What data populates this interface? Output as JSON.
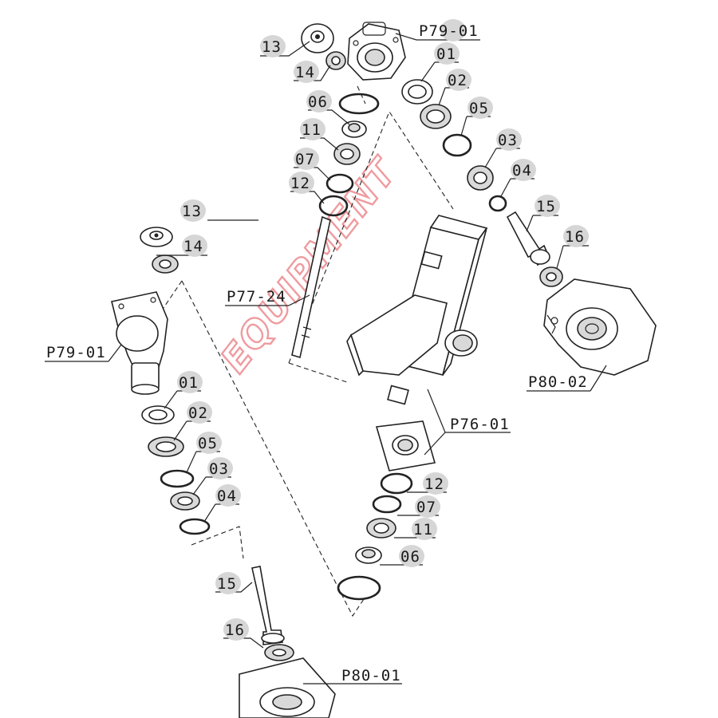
{
  "labels": {
    "top_13": "13",
    "top_14": "14",
    "top_p79": "P79-01",
    "top_01": "01",
    "top_02": "02",
    "top_05": "05",
    "top_03": "03",
    "top_04": "04",
    "top_15": "15",
    "top_16": "16",
    "p80_02": "P80-02",
    "mid_06": "06",
    "mid_11": "11",
    "mid_07": "07",
    "mid_12": "12",
    "p77_24": "P77-24",
    "left_13": "13",
    "left_14": "14",
    "left_p79": "P79-01",
    "left_01": "01",
    "left_02": "02",
    "left_05": "05",
    "left_03": "03",
    "left_04": "04",
    "left_15": "15",
    "left_16": "16",
    "p80_01": "P80-01",
    "p76_01": "P76-01",
    "low_12": "12",
    "low_07": "07",
    "low_11": "11",
    "low_06": "06"
  },
  "watermark": "EQUIPMENT",
  "colors": {
    "watermark": "#e24a52",
    "bubble": "#d6d6d6",
    "line": "#222222"
  }
}
